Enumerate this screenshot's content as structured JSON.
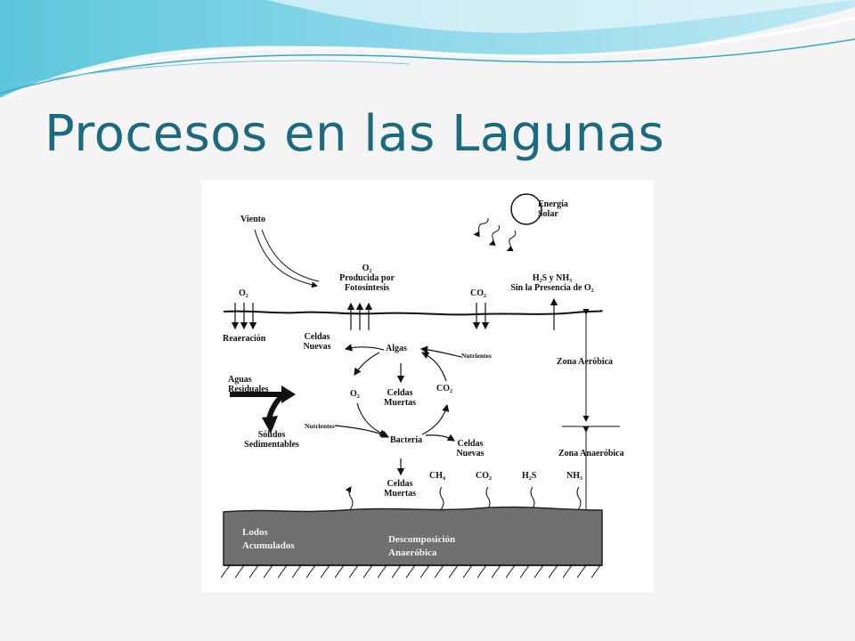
{
  "slide": {
    "title": "Procesos en las Lagunas"
  },
  "diagram": {
    "wind": "Viento",
    "sun": [
      "Energía",
      "Solar"
    ],
    "o2_produced": [
      "O₂",
      "Producida por",
      "Fotosíntesis"
    ],
    "o2_surface": "O₂",
    "co2_surface": "CO₂",
    "h2s_nh3": [
      "H₂S y NH₃",
      "Sin la Presencia de O₂"
    ],
    "reaeration": "Reaeración",
    "new_cells_top": [
      "Celdas",
      "Nuevas"
    ],
    "algae": "Algas",
    "nutrients_right": "Nutrientes",
    "aerobic_zone": "Zona Aeróbica",
    "wastewater": [
      "Aguas",
      "Residuales"
    ],
    "o2_cycle": "O₂",
    "dead_cells_mid": [
      "Celdas",
      "Muertas"
    ],
    "co2_cycle": "CO₂",
    "nutrients_left": "Nutrientes",
    "settleable_solids": [
      "Sólidos",
      "Sedimentables"
    ],
    "bacteria": "Bacteria",
    "new_cells_bottom": [
      "Celdas",
      "Nuevas"
    ],
    "anaerobic_zone": "Zona Anaeróbica",
    "dead_cells_bottom": [
      "Celdas",
      "Muertas"
    ],
    "gases": [
      "CH₄",
      "CO₂",
      "H₂S",
      "NH₃"
    ],
    "sludge": [
      "Lodos",
      "Acumulados"
    ],
    "decomposition": [
      "Descomposición",
      "Anaeróbica"
    ]
  }
}
